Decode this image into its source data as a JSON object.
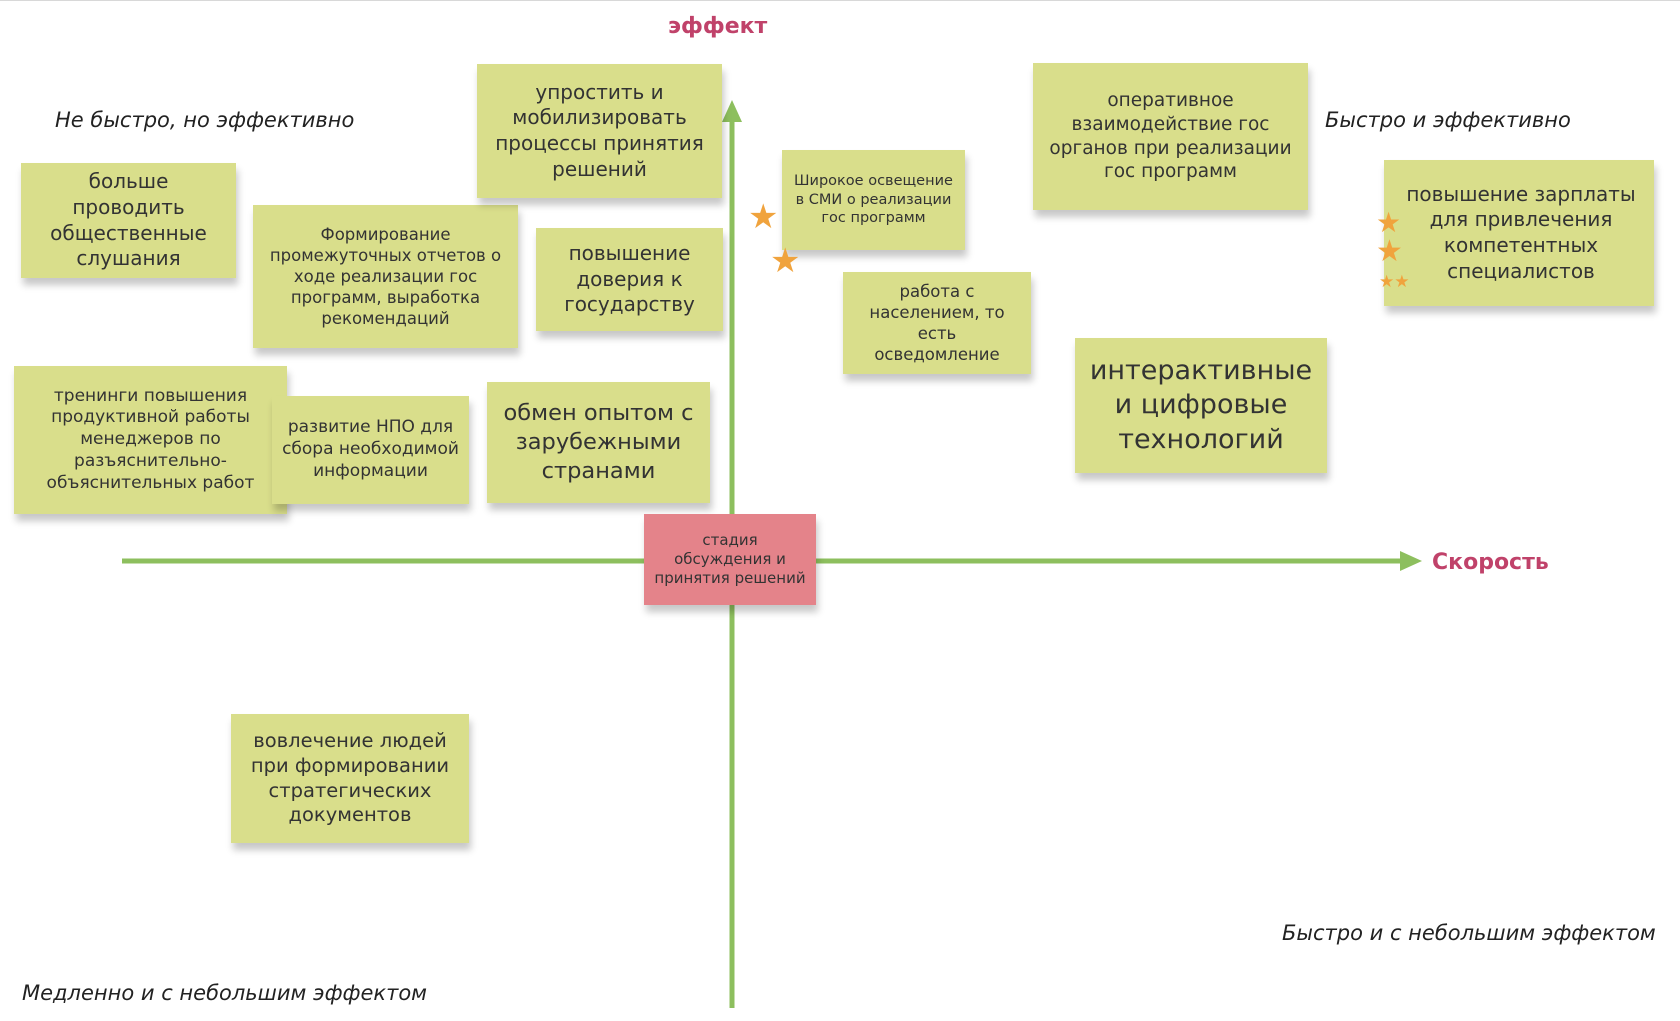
{
  "axes": {
    "y_label": "эффект",
    "x_label": "Скорость",
    "color": "#8dbf5e",
    "label_color": "#c0426a"
  },
  "quadrants": {
    "top_left": "Не быстро, но эффективно",
    "top_right": "Быстро и эффективно",
    "bottom_right": "Быстро и с небольшим эффектом",
    "bottom_left": "Медленно и с небольшим эффектом"
  },
  "notes": {
    "public_hearings": "больше проводить общественные слушания",
    "interim_reports": "Формирование промежуточных отчетов о ходе реализации гос программ, выработка рекомендаций",
    "simplify_processes": "упростить и мобилизировать процессы принятия решений",
    "trust": "повышение доверия к государству",
    "trainings": "тренинги повышения продуктивной работы менеджеров по разъяснительно-объяснительных работ",
    "ngo": "развитие НПО для сбора необходимой информации",
    "experience": "обмен опытом с зарубежными странами",
    "media": "Широкое освещение в СМИ о реализации гос программ",
    "population": "работа с населением, то есть осведомление",
    "interaction": "оперативное взаимодействие гос органов при реализации гос программ",
    "salary": "повышение зарплаты для привлечения компетентных специалистов",
    "digital": "интерактивные и цифровые технологий",
    "discussion_stage": "стадия обсуждения и принятия решений",
    "involvement": "вовлечение людей при формировании стратегических документов"
  },
  "colors": {
    "sticky": "#d9de8b",
    "sticky_red": "#e4838a",
    "star": "#f0a33d"
  }
}
